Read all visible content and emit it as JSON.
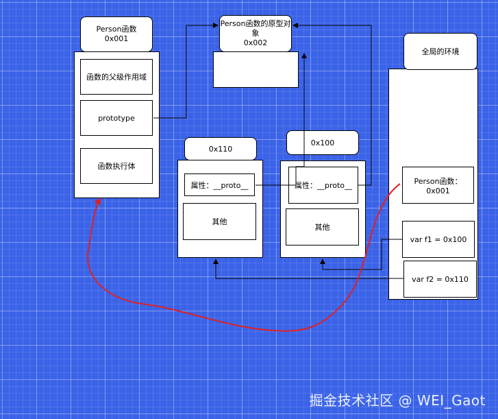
{
  "person_fn": {
    "title_line1": "Person函数",
    "title_line2": "0x001",
    "scope_label": "函数的父级作用域",
    "prototype_label": "prototype",
    "body_label": "函数执行体"
  },
  "prototype_obj": {
    "title_line1": "Person函数的原型对",
    "title_line2": "象",
    "title_line3": "0x002"
  },
  "obj_110": {
    "address": "0x110",
    "proto_label": "属性：__proto__",
    "other_label": "其他"
  },
  "obj_100": {
    "address": "0x100",
    "proto_label": "属性：__proto__",
    "other_label": "其他"
  },
  "global_env": {
    "title": "全局的环境",
    "person_binding": "Person函数：0x001",
    "f1_binding": "var f1 = 0x100",
    "f2_binding": "var f2 = 0x110"
  },
  "watermark": "掘金技术社区 @ WEI_Gaot",
  "colors": {
    "canvas": "#3b63e8",
    "connector": "#000000",
    "annotation": "#e02020"
  }
}
